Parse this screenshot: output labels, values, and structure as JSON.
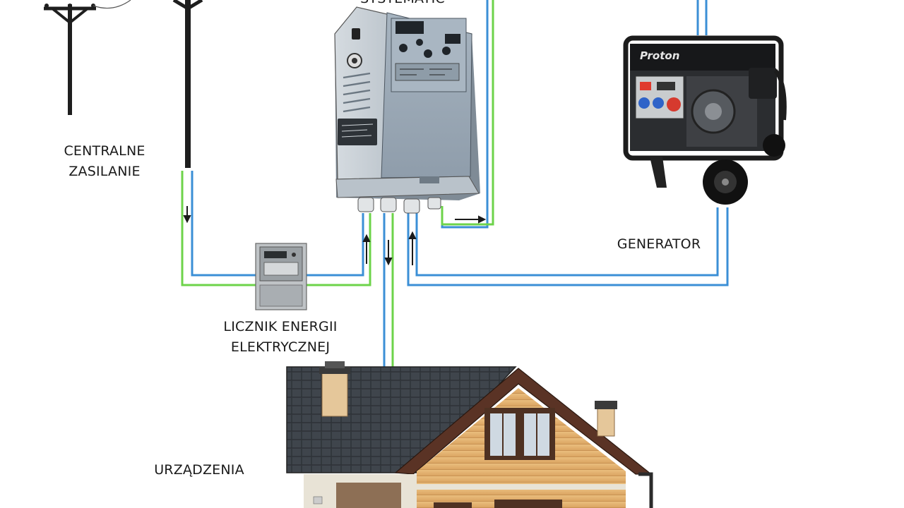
{
  "labels": {
    "top_cut": "SYSTEMATIC",
    "grid_line1": "CENTRALNE",
    "grid_line2": "ZASILANIE",
    "meter_line1": "LICZNIK ENERGII",
    "meter_line2": "ELEKTRYCZNEJ",
    "generator": "GENERATOR",
    "devices": "URZĄDZENIA"
  },
  "generator_brand": "Proton",
  "colors": {
    "phase_wire": "#3b8fd6",
    "neutral_wire": "#6dd34a",
    "outline": "#222222",
    "cabinet": "#a7b3bd",
    "cabinet_front": "#c4ccd3",
    "roof": "#3a3f45",
    "wall_wood": "#e4b06e",
    "wall_plaster": "#e8e3d6"
  }
}
